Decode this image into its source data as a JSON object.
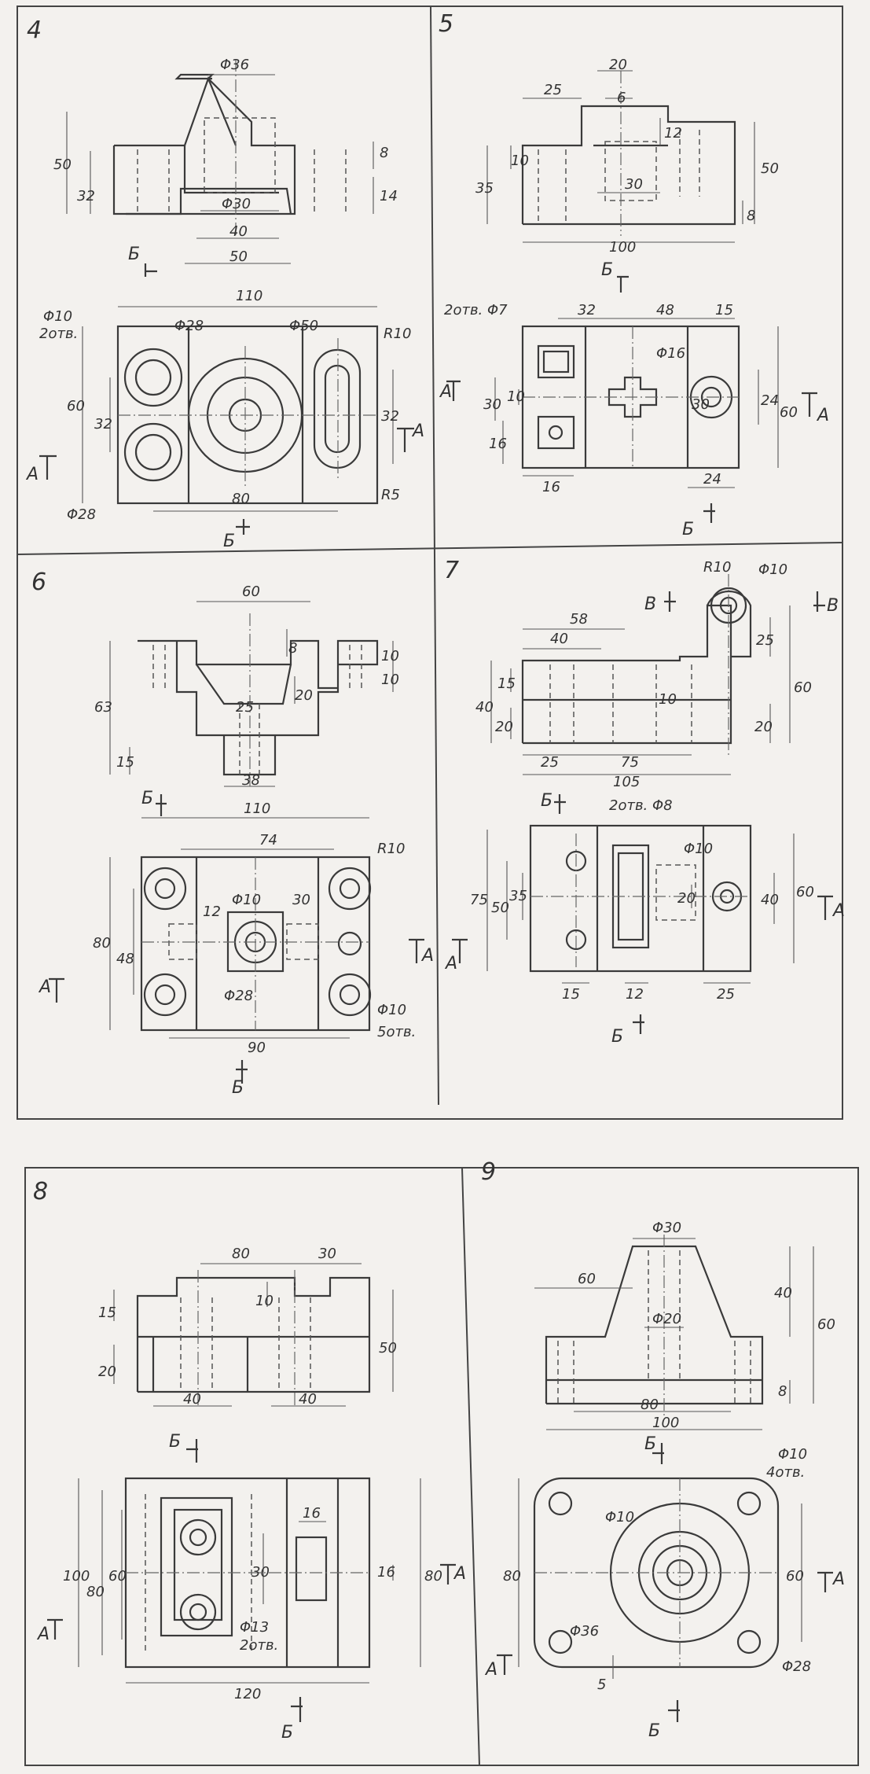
{
  "panels": [
    {
      "number": "4",
      "front": [
        "Φ36",
        "50",
        "32",
        "8",
        "14",
        "Φ30",
        "40",
        "50"
      ],
      "plan": [
        "Φ10",
        "2отв.",
        "Φ28",
        "Φ50",
        "110",
        "R10",
        "60",
        "32",
        "32",
        "Φ28",
        "80",
        "R5"
      ],
      "markers": [
        "Б",
        "Б",
        "А",
        "А"
      ]
    },
    {
      "number": "5",
      "front": [
        "20",
        "6",
        "25",
        "10",
        "35",
        "12",
        "30",
        "50",
        "8",
        "100"
      ],
      "plan": [
        "2отв. Φ7",
        "32",
        "48",
        "15",
        "Φ16",
        "30",
        "10",
        "30",
        "24",
        "60",
        "16",
        "16",
        "24"
      ],
      "markers": [
        "Б",
        "Б",
        "А",
        "А"
      ]
    },
    {
      "number": "6",
      "front": [
        "60",
        "8",
        "10",
        "10",
        "63",
        "25",
        "20",
        "15",
        "38"
      ],
      "plan": [
        "110",
        "74",
        "R10",
        "Φ10",
        "12",
        "30",
        "80",
        "48",
        "Φ28",
        "90",
        "Φ10",
        "5отв."
      ],
      "markers": [
        "Б",
        "Б",
        "А",
        "А"
      ]
    },
    {
      "number": "7",
      "front": [
        "R10",
        "Φ10",
        "58",
        "40",
        "25",
        "15",
        "10",
        "40",
        "60",
        "20",
        "20",
        "25",
        "75",
        "105"
      ],
      "plan": [
        "2отв. Φ8",
        "Φ10",
        "75",
        "50",
        "35",
        "20",
        "40",
        "60",
        "15",
        "12",
        "25"
      ],
      "markers": [
        "В",
        "В",
        "Б",
        "Б",
        "А",
        "А"
      ]
    },
    {
      "number": "8",
      "front": [
        "80",
        "30",
        "15",
        "10",
        "50",
        "20",
        "40",
        "40"
      ],
      "plan": [
        "16",
        "100",
        "80",
        "60",
        "30",
        "16",
        "80",
        "Φ13",
        "2отв.",
        "120"
      ],
      "markers": [
        "Б",
        "Б",
        "А",
        "А"
      ]
    },
    {
      "number": "9",
      "front": [
        "Φ30",
        "60",
        "Φ20",
        "40",
        "60",
        "8",
        "80",
        "100"
      ],
      "plan": [
        "Φ10",
        "4отв.",
        "Φ10",
        "80",
        "60",
        "Φ36",
        "5",
        "Φ28"
      ],
      "markers": [
        "Б",
        "Б",
        "А",
        "А"
      ]
    }
  ]
}
